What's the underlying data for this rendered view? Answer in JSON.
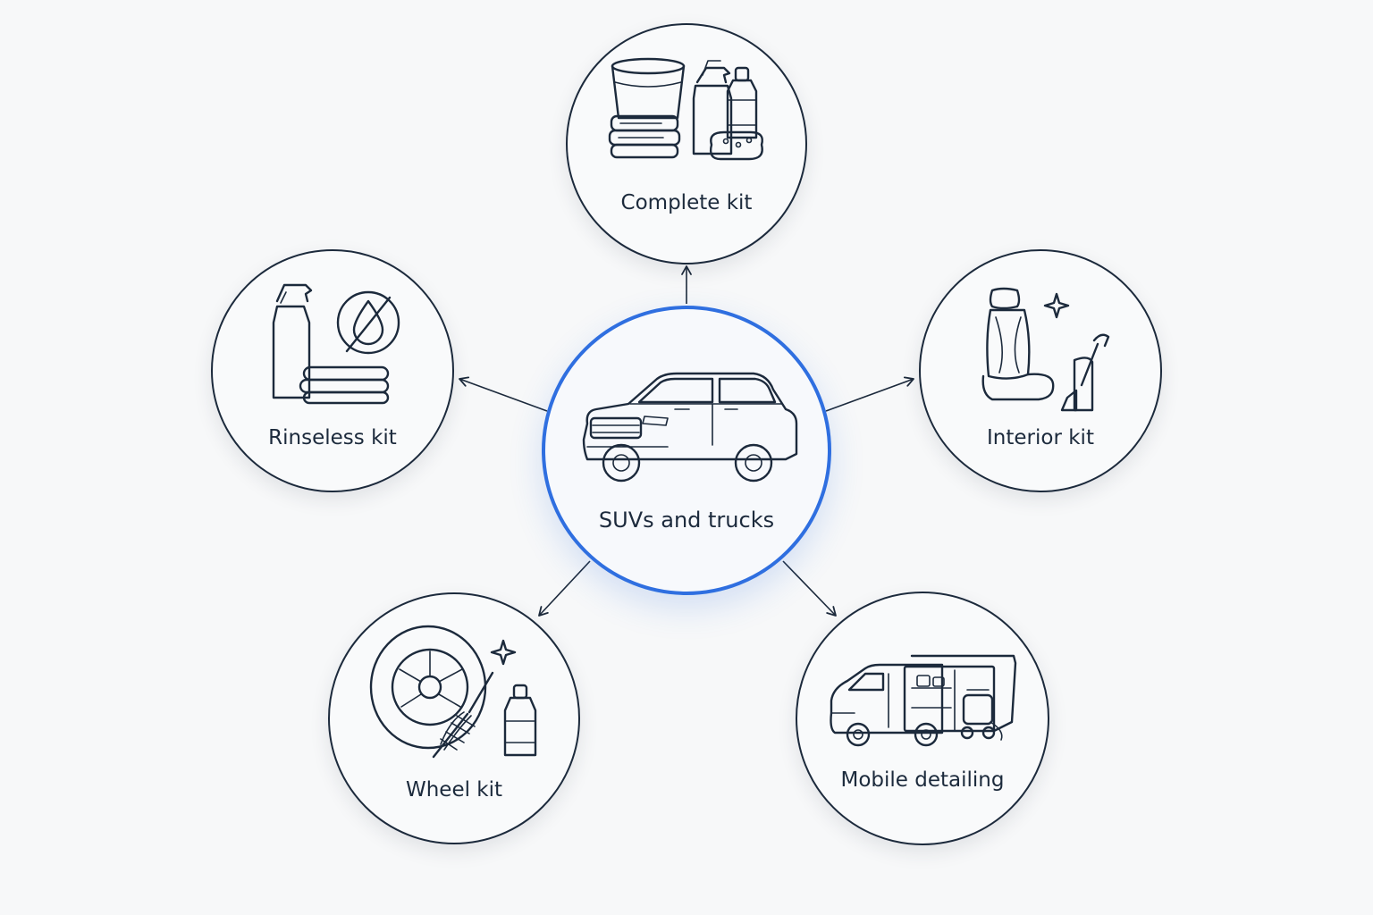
{
  "diagram": {
    "center": {
      "label": "SUVs and trucks",
      "icon": "suv-icon"
    },
    "nodes": [
      {
        "id": "complete",
        "label": "Complete kit",
        "icon": "bucket-spray-sponge-icon"
      },
      {
        "id": "rinseless",
        "label": "Rinseless kit",
        "icon": "spray-no-water-icon"
      },
      {
        "id": "interior",
        "label": "Interior kit",
        "icon": "car-seat-vacuum-icon"
      },
      {
        "id": "wheel",
        "label": "Wheel kit",
        "icon": "tire-brush-icon"
      },
      {
        "id": "mobile",
        "label": "Mobile detailing",
        "icon": "van-icon"
      }
    ],
    "colors": {
      "accent": "#2f6fe0",
      "ink": "#1c2a3c",
      "background": "#f7f8f9"
    }
  }
}
